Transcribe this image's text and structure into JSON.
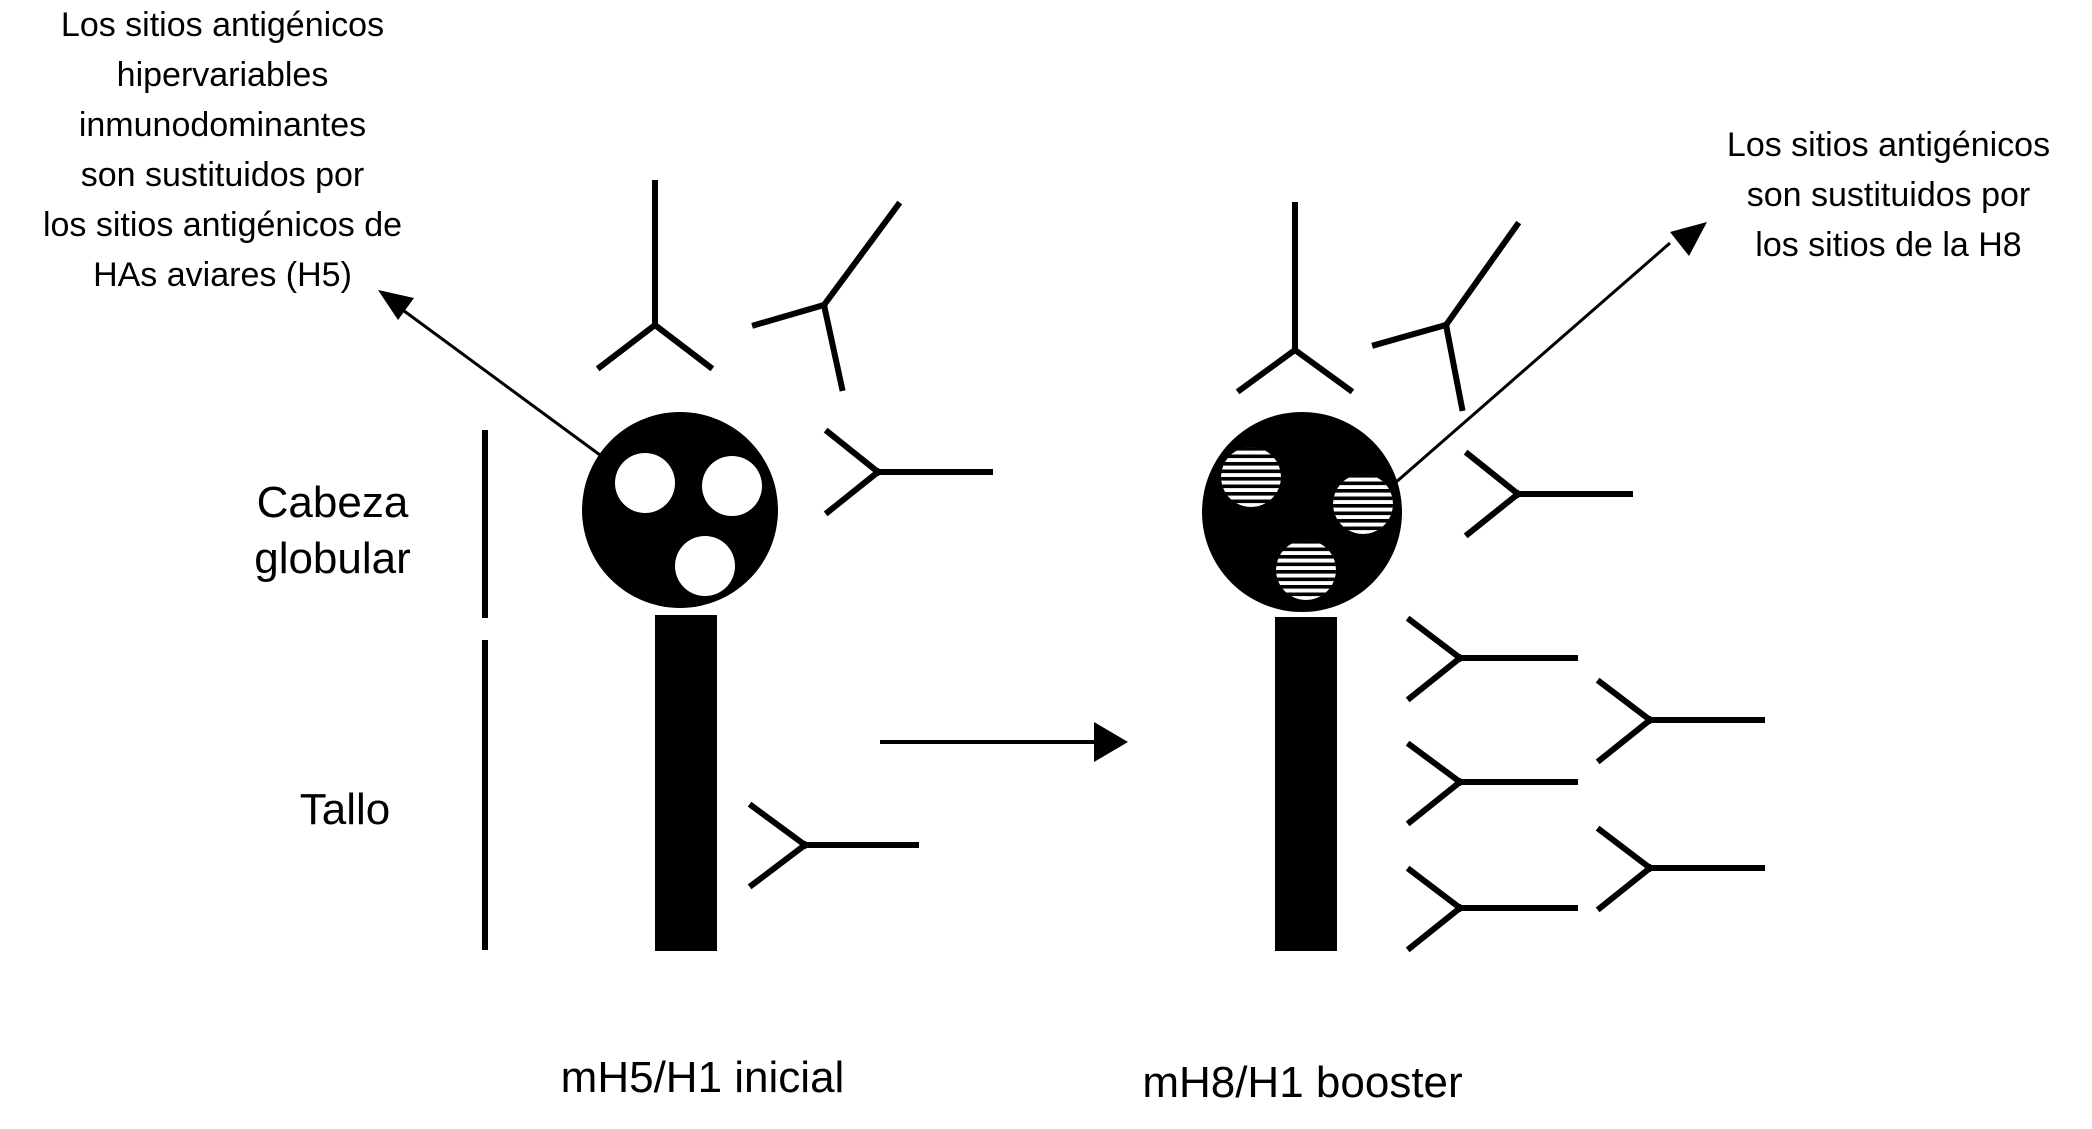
{
  "annotations": {
    "h5_note": [
      "Los sitios antigénicos",
      "hipervariables",
      "inmunodominantes",
      "son sustituidos por",
      "los sitios antigénicos de",
      "HAs aviares (H5)"
    ],
    "h8_note": [
      "Los sitios antigénicos",
      "son sustituidos por",
      "los sitios de la H8"
    ]
  },
  "regions": {
    "head": [
      "Cabeza",
      "globular"
    ],
    "stalk": "Tallo"
  },
  "captions": {
    "initial": "mH5/H1 inicial",
    "booster": "mH8/H1 booster"
  },
  "colors": {
    "ink": "#000000",
    "background": "#ffffff"
  }
}
